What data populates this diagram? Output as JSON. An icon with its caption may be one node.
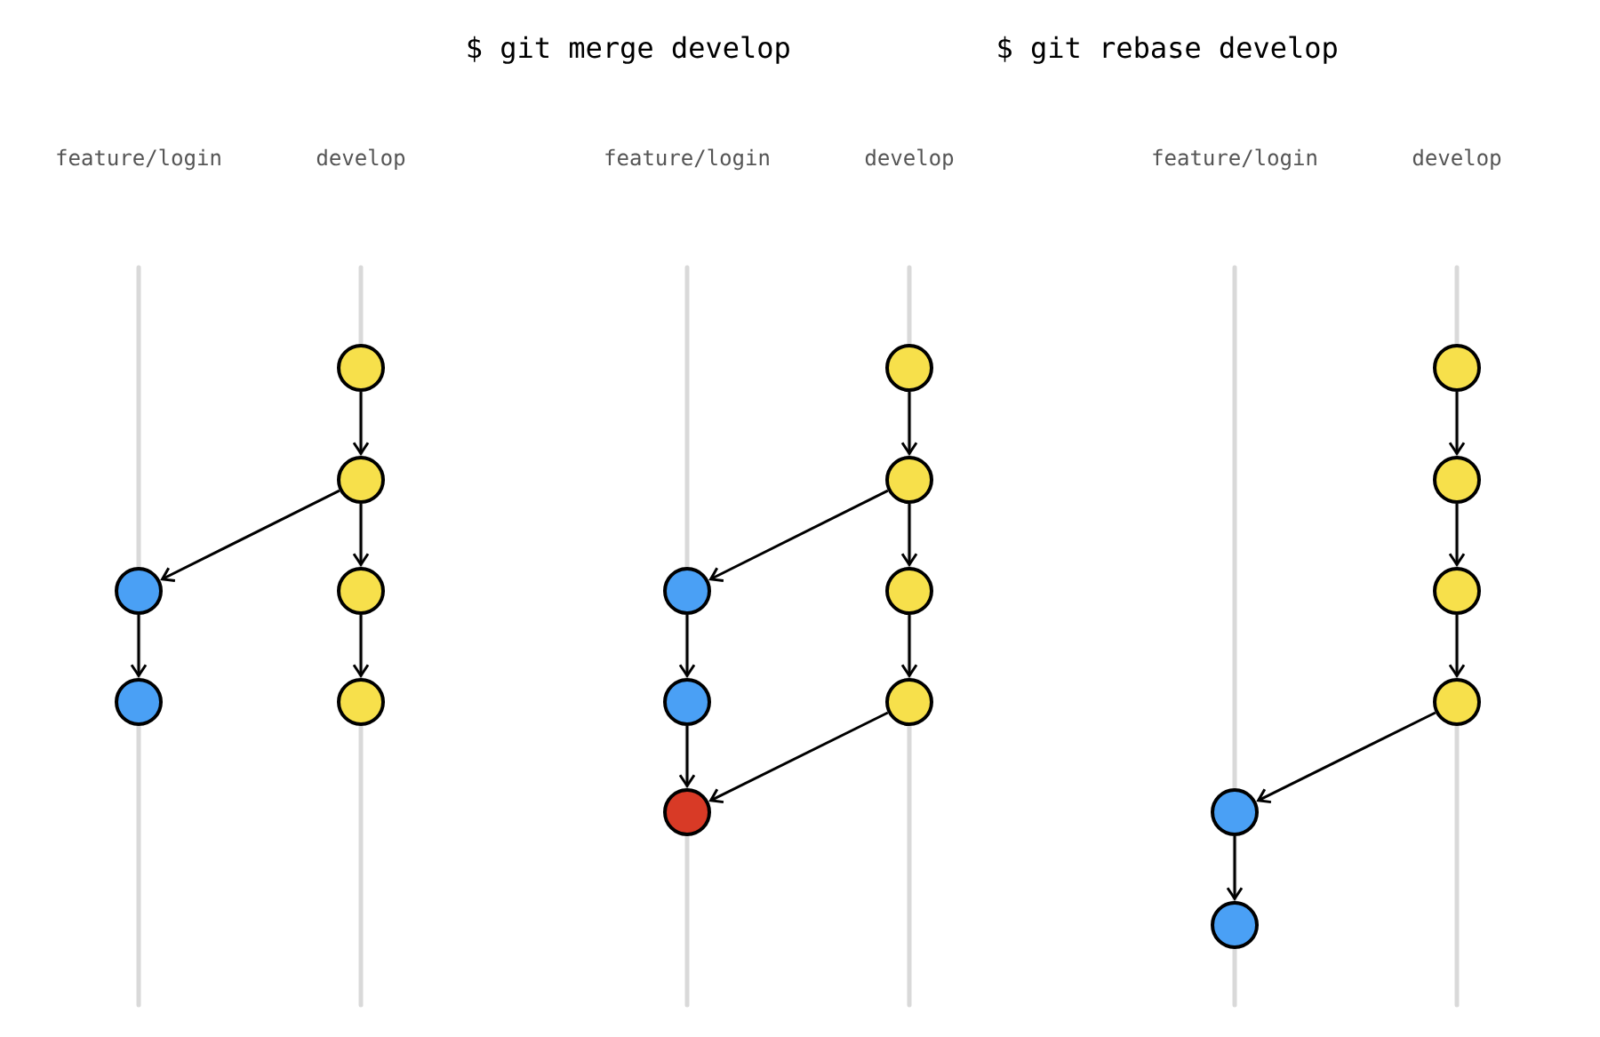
{
  "diagram": {
    "nodes": [
      {
        "text": [],
        "shape": "circle"
      },
      {
        "text": [],
        "shape": "circle"
      },
      {
        "text": [],
        "shape": "circle"
      },
      {
        "text": [],
        "shape": "circle"
      },
      {
        "text": [],
        "shape": "circle"
      },
      {
        "text": [],
        "shape": "circle"
      },
      {
        "text": [],
        "shape": "circle"
      },
      {
        "text": [],
        "shape": "circle"
      },
      {
        "text": [],
        "shape": "circle"
      },
      {
        "text": [],
        "shape": "circle"
      },
      {
        "text": [],
        "shape": "circle"
      },
      {
        "text": [],
        "shape": "circle"
      },
      {
        "text": [],
        "shape": "circle"
      },
      {
        "text": [],
        "shape": "circle"
      },
      {
        "text": [],
        "shape": "circle"
      },
      {
        "text": [],
        "shape": "circle"
      },
      {
        "text": [],
        "shape": "circle"
      },
      {
        "text": [],
        "shape": "circle"
      },
      {
        "text": [],
        "shape": "circle"
      }
    ],
    "edges": [
      {
        "from": 0,
        "to": 1,
        "arrow": "to"
      },
      {
        "from": 1,
        "to": 2,
        "arrow": "to"
      },
      {
        "from": 2,
        "to": 3,
        "arrow": "to"
      },
      {
        "from": 1,
        "to": 4,
        "arrow": "to"
      },
      {
        "from": 4,
        "to": 5,
        "arrow": "to"
      },
      {
        "from": 6,
        "to": 7,
        "arrow": "to"
      },
      {
        "from": 7,
        "to": 8,
        "arrow": "to"
      },
      {
        "from": 8,
        "to": 9,
        "arrow": "to"
      },
      {
        "from": 7,
        "to": 10,
        "arrow": "to"
      },
      {
        "from": 10,
        "to": 11,
        "arrow": "to"
      },
      {
        "from": 11,
        "to": 12,
        "arrow": "to"
      },
      {
        "from": 9,
        "to": 12,
        "arrow": "to"
      },
      {
        "from": 13,
        "to": 14,
        "arrow": "to"
      },
      {
        "from": 14,
        "to": 15,
        "arrow": "to"
      },
      {
        "from": 15,
        "to": 16,
        "arrow": "to"
      },
      {
        "from": 16,
        "to": 17,
        "arrow": "to"
      },
      {
        "from": 17,
        "to": 18,
        "arrow": "to"
      }
    ],
    "labels": [
      "$ git merge develop",
      "$ git rebase develop",
      "feature/login",
      "develop",
      "feature/login",
      "develop",
      "feature/login",
      "develop"
    ]
  }
}
